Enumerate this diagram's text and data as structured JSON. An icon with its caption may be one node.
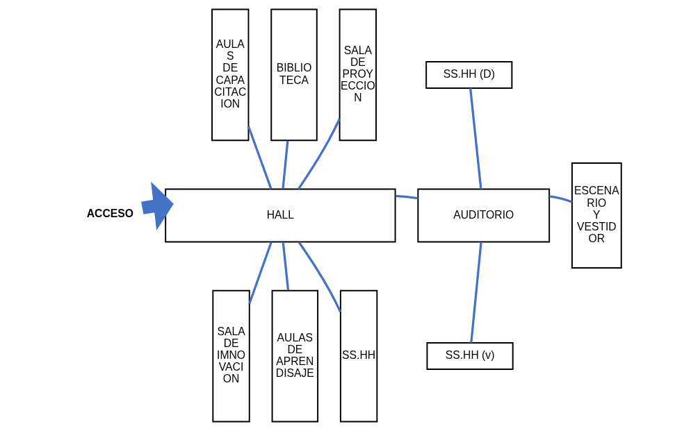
{
  "diagram": {
    "nodes": [
      {
        "text": [
          "AULA S DE CAPA CITAC ION"
        ]
      },
      {
        "text": [
          "BIBLIO TECA"
        ]
      },
      {
        "text": [
          "SALA DE PROY ECCIO N"
        ]
      },
      {
        "text": [
          "ACCESO"
        ]
      },
      {
        "text": [
          "HALL"
        ]
      },
      {
        "text": [
          "SALA DE IMNO VACI ON"
        ]
      },
      {
        "text": [
          "AULAS DE APREN DISAJE"
        ]
      },
      {
        "text": [
          "SS.HH"
        ]
      },
      {
        "text": [
          "SS.HH (D)"
        ]
      },
      {
        "text": [
          "AUDITORIO"
        ]
      },
      {
        "text": [
          "SS.HH (v)"
        ]
      },
      {
        "text": [
          "ESCENA RIO Y VESTID OR"
        ]
      }
    ],
    "edges": [
      {
        "from": 0,
        "to": 4,
        "arrow": "none"
      },
      {
        "from": 1,
        "to": 4,
        "arrow": "none"
      },
      {
        "from": 2,
        "to": 4,
        "arrow": "none"
      },
      {
        "from": 3,
        "to": 4,
        "arrow": "to",
        "style": "thick"
      },
      {
        "from": 4,
        "to": 5,
        "arrow": "none"
      },
      {
        "from": 4,
        "to": 6,
        "arrow": "none"
      },
      {
        "from": 4,
        "to": 7,
        "arrow": "none"
      },
      {
        "from": 4,
        "to": 9,
        "arrow": "none"
      },
      {
        "from": 8,
        "to": 9,
        "arrow": "none"
      },
      {
        "from": 9,
        "to": 10,
        "arrow": "none"
      },
      {
        "from": 9,
        "to": 11,
        "arrow": "none"
      }
    ]
  }
}
